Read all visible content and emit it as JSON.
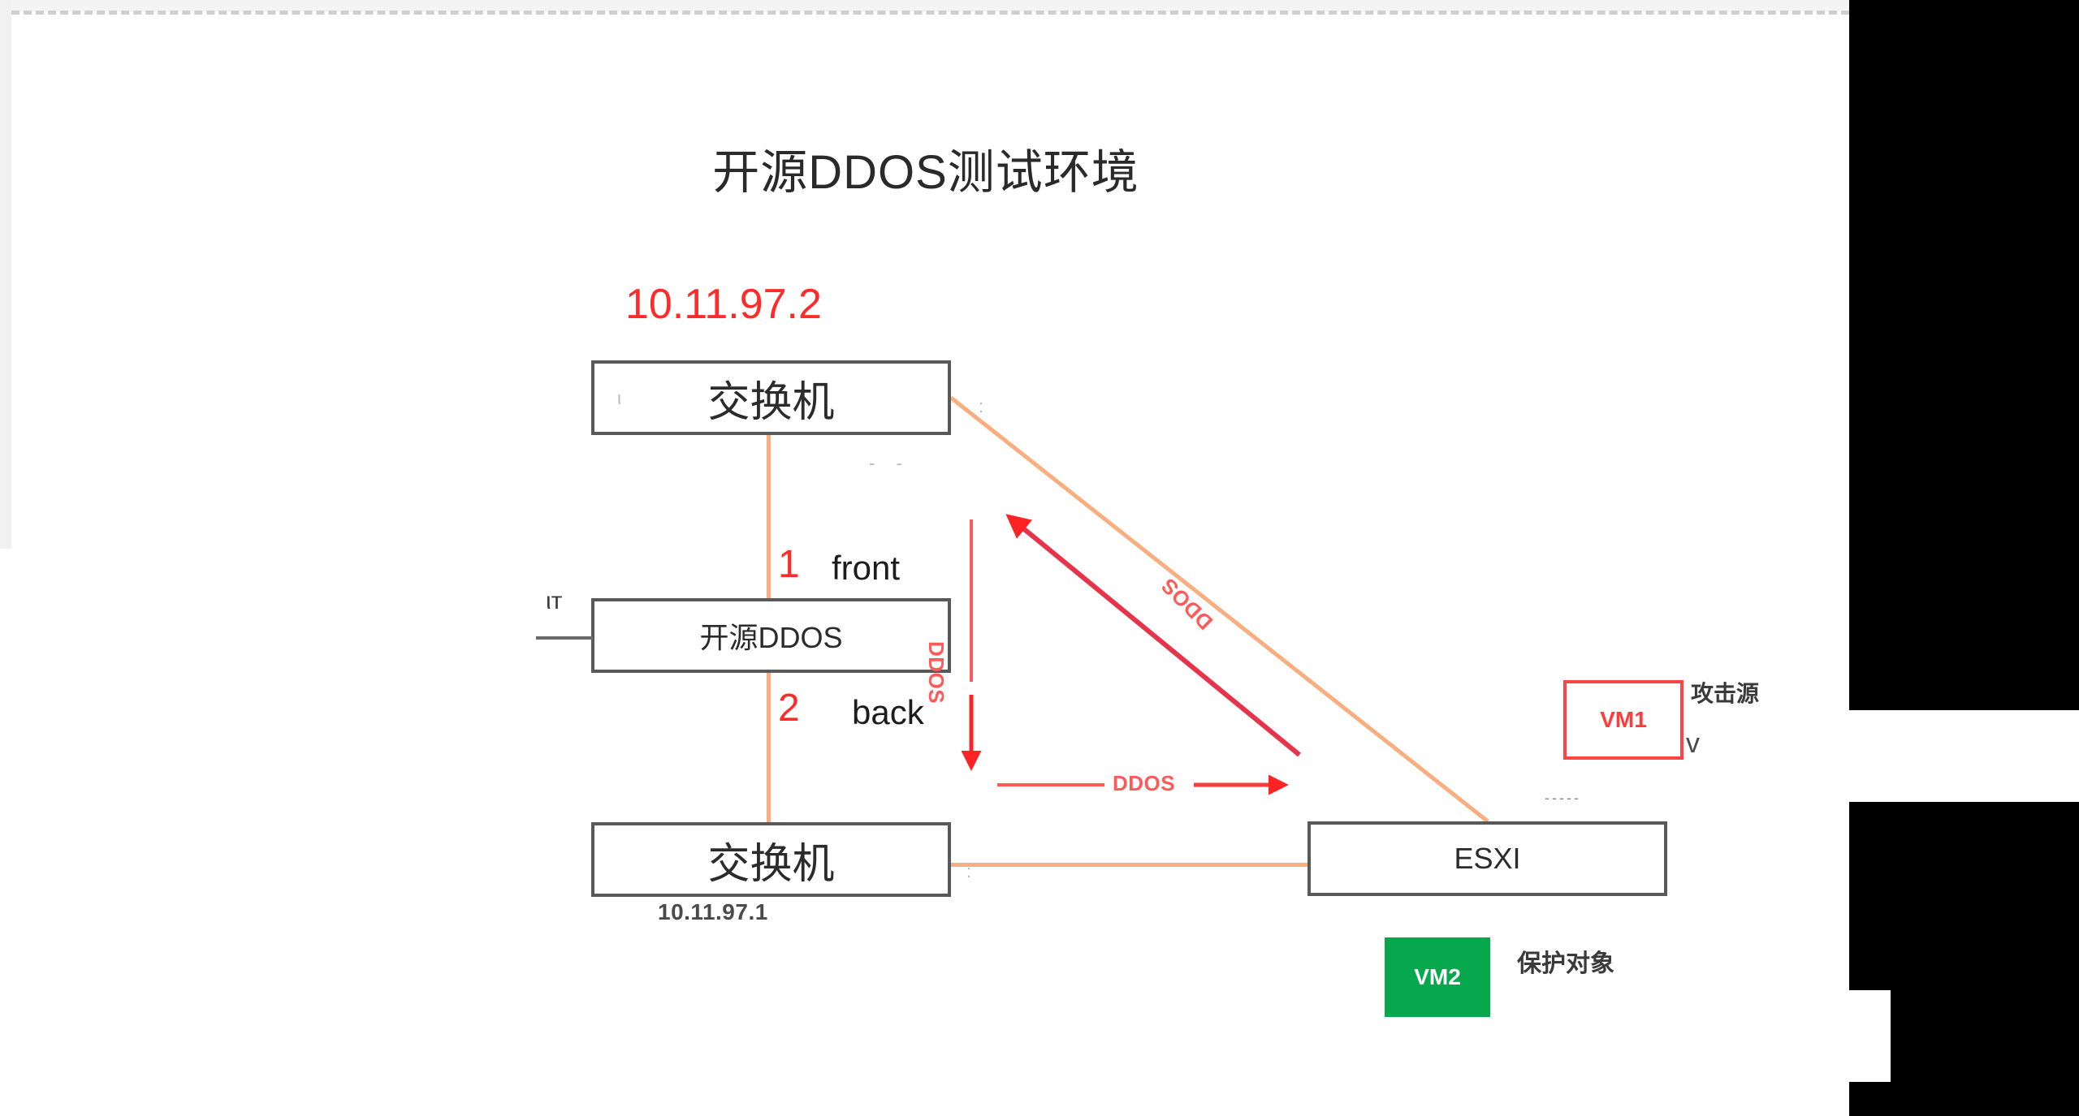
{
  "diagram": {
    "title": "开源DDOS测试环境",
    "nodes": {
      "switch_top": {
        "label": "交换机",
        "ip": "10.11.97.2"
      },
      "ddos": {
        "label": "开源DDOS"
      },
      "switch_bottom": {
        "label": "交换机",
        "ip": "10.11.97.1"
      },
      "esxi": {
        "label": "ESXI"
      },
      "vm1": {
        "label": "VM1",
        "tag": "攻击源",
        "border_color": "#ff4444",
        "text_color": "#ff3b3b"
      },
      "vm2": {
        "label": "VM2",
        "tag": "保护对象",
        "fill_color": "#06a84e",
        "text_color": "#ffffff"
      }
    },
    "ports": [
      {
        "number": "1",
        "name": "front"
      },
      {
        "number": "2",
        "name": "back"
      }
    ],
    "flows": [
      {
        "id": "flow-vertical",
        "label": "DDOS",
        "direction": "down"
      },
      {
        "id": "flow-diagonal",
        "label": "DDOS",
        "direction": "up-left"
      },
      {
        "id": "flow-horizontal",
        "label": "DDOS",
        "direction": "right"
      }
    ],
    "stub_glyph": "ιт",
    "v_glyph": "v",
    "artifacts": {
      "dots_near_top_switch": ":",
      "dots_near_bottom_switch": ":",
      "dashes_above_esxi": "-----",
      "tick_in_top_switch": "ι",
      "faint_dashes": "- -"
    },
    "colors": {
      "link_orange": "#f8ae7e",
      "flow_red": "#ff3b3b",
      "node_border": "#595959",
      "ip_red": "#ff2b2b",
      "vm2_green": "#06a84e"
    }
  }
}
